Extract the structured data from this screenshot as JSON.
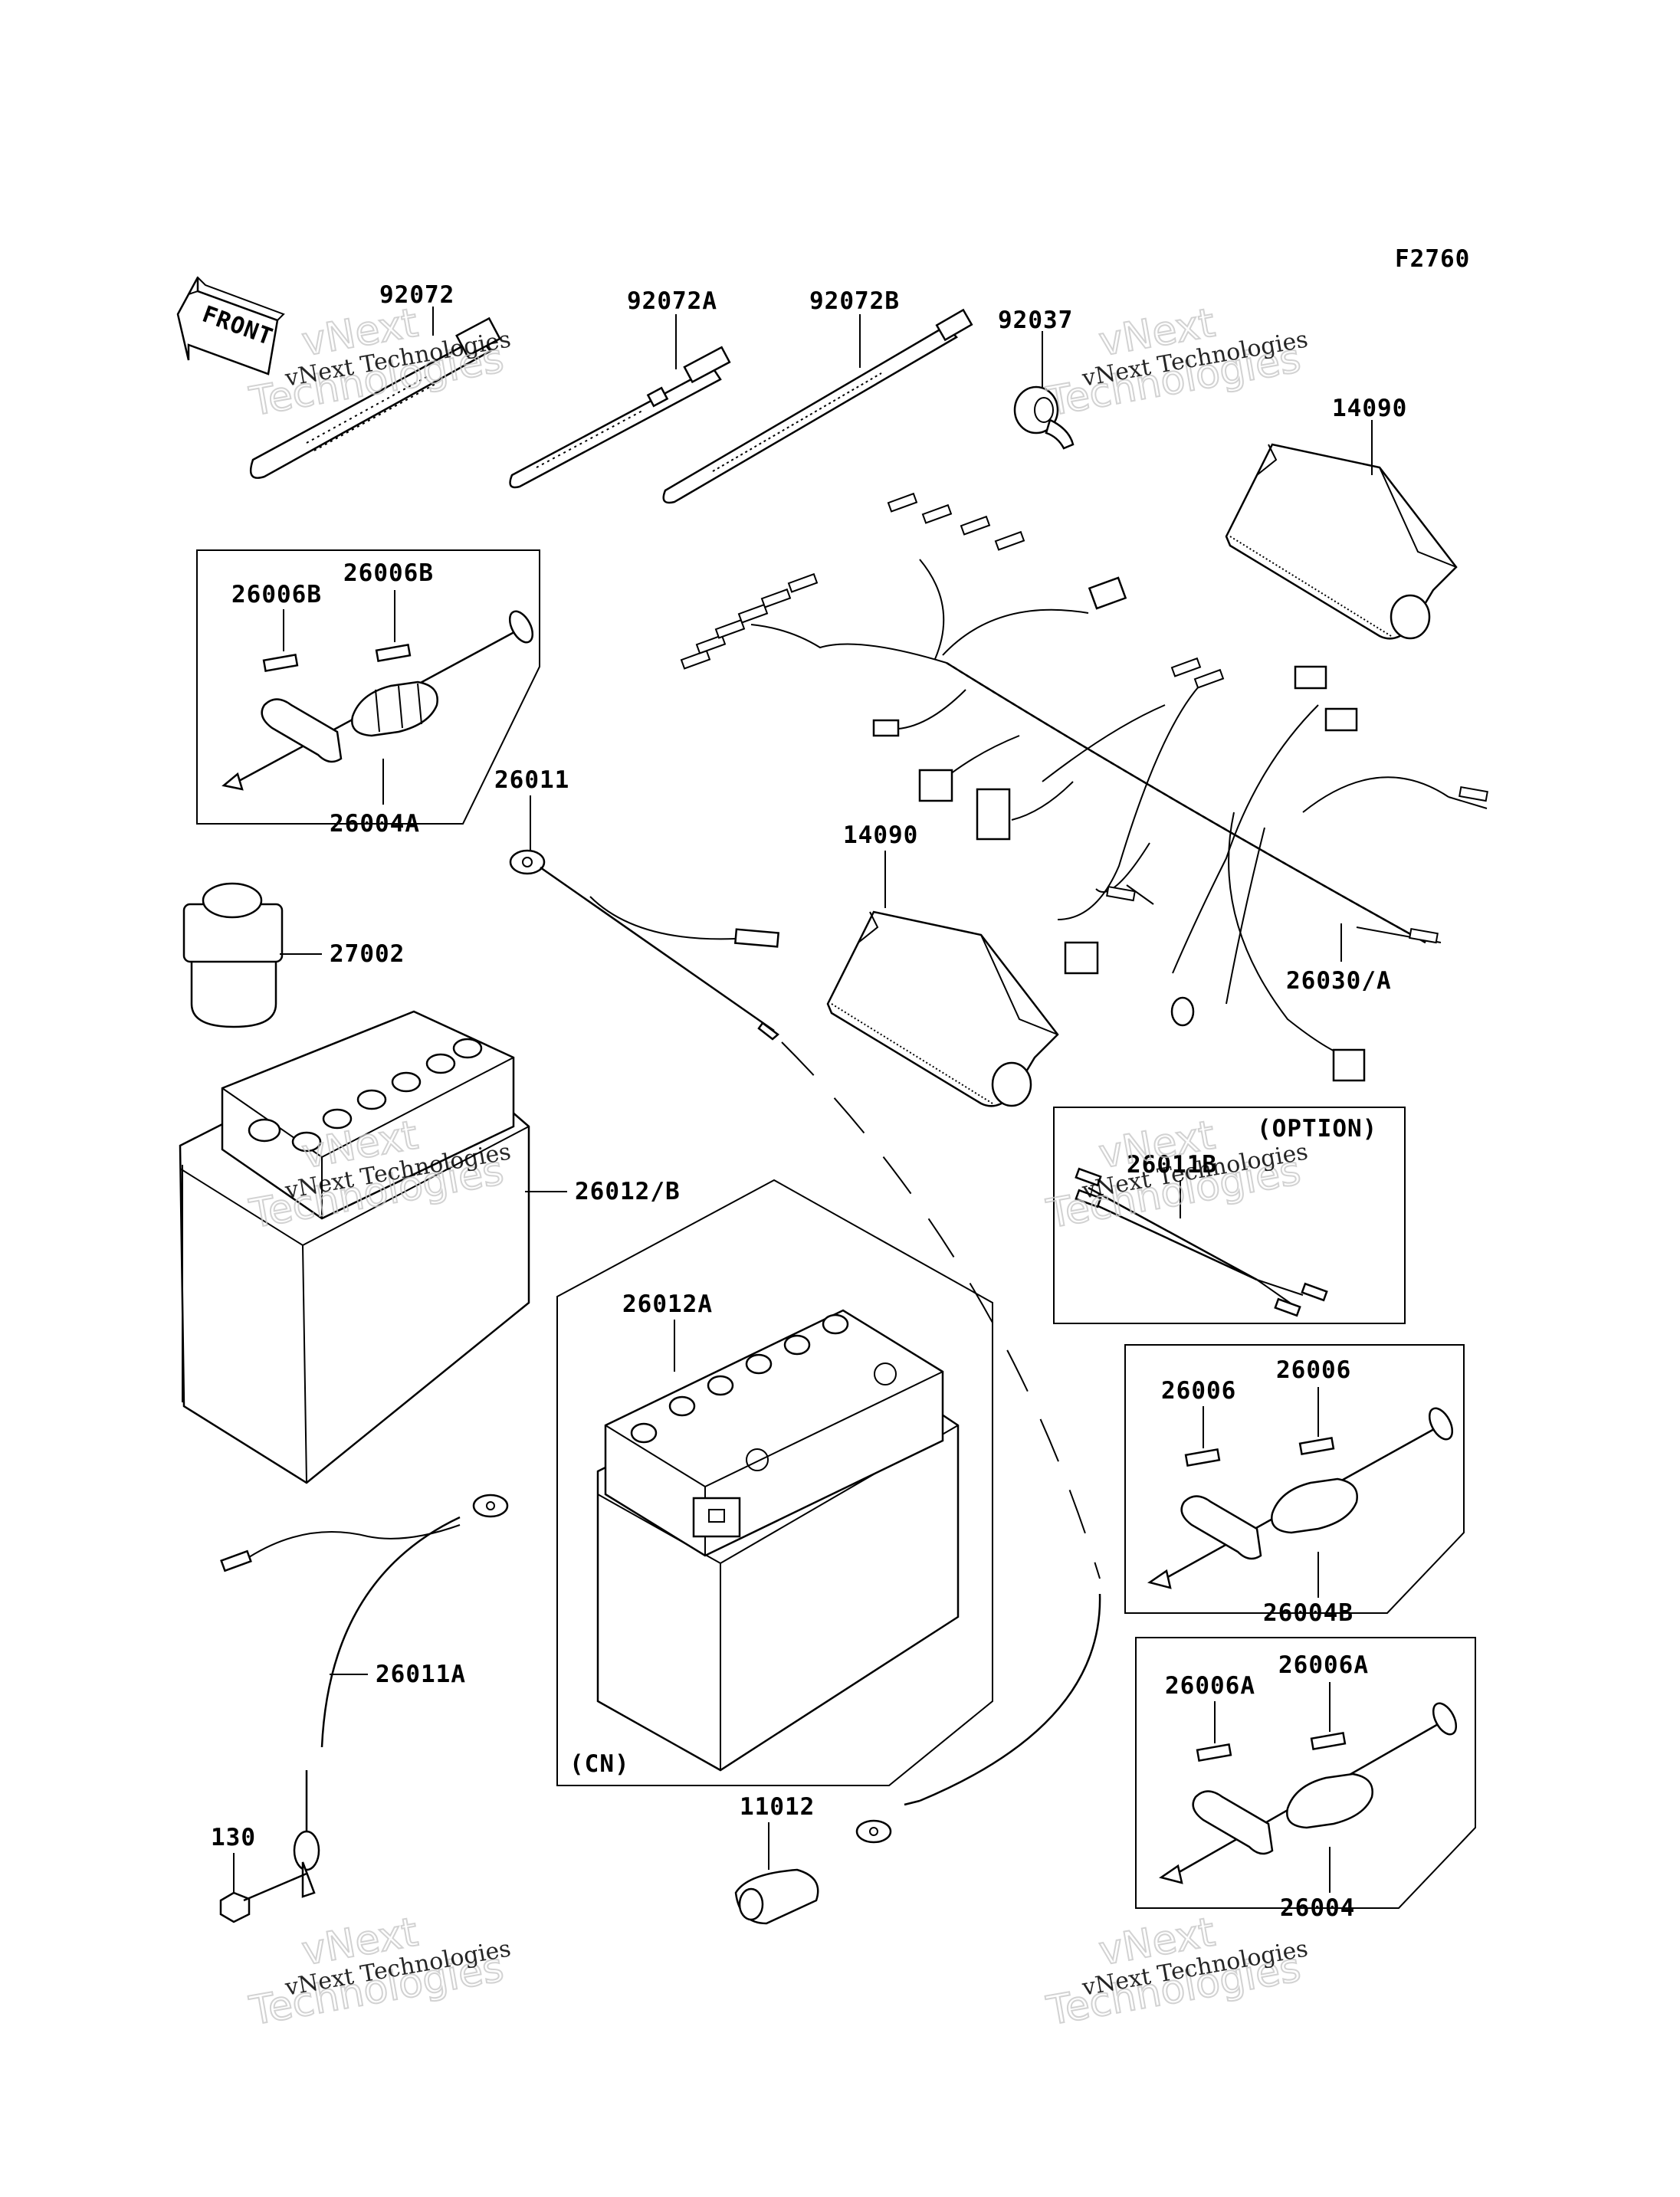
{
  "diagram": {
    "figure_code": "F2760",
    "front_label": "FRONT",
    "labels": {
      "p92072": "92072",
      "p92072a": "92072A",
      "p92072b": "92072B",
      "p92037": "92037",
      "p14090_top": "14090",
      "p26006b_1": "26006B",
      "p26006b_2": "26006B",
      "p26004a": "26004A",
      "p26011": "26011",
      "p14090_mid": "14090",
      "p27002": "27002",
      "p26030a": "26030/A",
      "p26012b": "26012/B",
      "option": "(OPTION)",
      "p26011b": "26011B",
      "p26012a": "26012A",
      "p26006_1": "26006",
      "p26006_2": "26006",
      "p26004b": "26004B",
      "p26011a": "26011A",
      "cn": "(CN)",
      "p11012": "11012",
      "p26006a_1": "26006A",
      "p26006a_2": "26006A",
      "p130": "130",
      "p26004": "26004"
    },
    "watermarks": [
      {
        "line1": "vNext Technologies",
        "line2": "vNext",
        "line3": "Technologies"
      },
      {
        "line1": "vNext Technologies",
        "line2": "vNext",
        "line3": "Technologies"
      },
      {
        "line1": "vNext Technologies",
        "line2": "vNext",
        "line3": "Technologies"
      },
      {
        "line1": "vNext Technologies",
        "line2": "vNext",
        "line3": "Technologies"
      },
      {
        "line1": "vNext Technologies",
        "line2": "vNext",
        "line3": "Technologies"
      },
      {
        "line1": "vNext Technologies",
        "line2": "vNext",
        "line3": "Technologies"
      }
    ]
  }
}
